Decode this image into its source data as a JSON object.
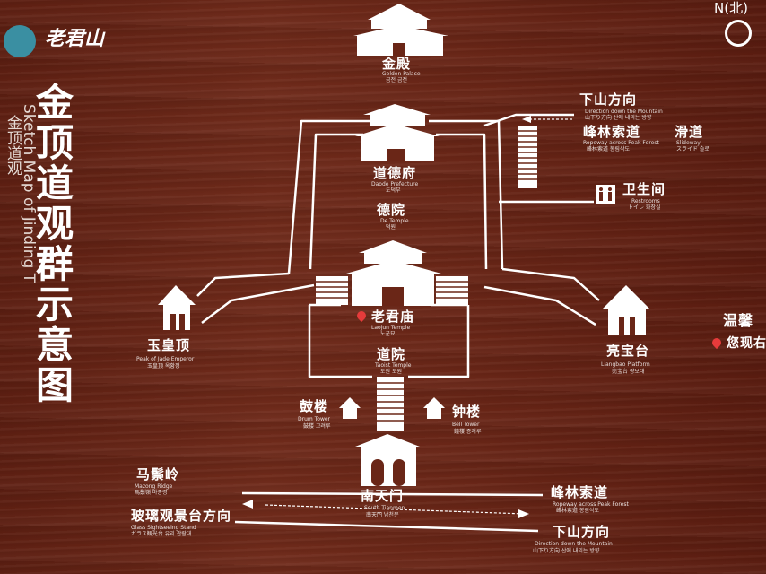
{
  "logo": {
    "icon": "mountain-logo-icon",
    "text": "老君山"
  },
  "compass": {
    "label": "N(北)",
    "icon": "compass-north-icon"
  },
  "title_vertical": [
    "金",
    "顶",
    "道",
    "观",
    "群",
    "示",
    "意",
    "图"
  ],
  "subtitle_en_vertical": "Sketch Map of Jinding T",
  "subtitle_cn_vertical": "金顶道观",
  "sites": {
    "golden_palace": {
      "cn": "金殿",
      "en": "Golden Palace",
      "ko": "금전 금전"
    },
    "daode": {
      "cn": "道德府",
      "en": "Daode Prefecture",
      "ko": "도덕부"
    },
    "de_temple": {
      "cn": "德院",
      "en": "De Temple",
      "ko": "덕원"
    },
    "laojun": {
      "cn": "老君庙",
      "en": "Laojun Temple",
      "ko": "노군묘"
    },
    "taoist": {
      "cn": "道院",
      "en": "Taoist Temple",
      "ko": "도원 도원"
    },
    "jade": {
      "cn": "玉皇顶",
      "en": "Peak of Jade Emperor",
      "ko": "玉皇顶 옥황정"
    },
    "liangbao": {
      "cn": "亮宝台",
      "en": "Liangbao Platform",
      "ko": "亮宝台 량보대"
    },
    "drum": {
      "cn": "鼓楼",
      "en": "Drum Tower",
      "ko": "鼓楼 고려루"
    },
    "bell": {
      "cn": "钟楼",
      "en": "Bell Tower",
      "ko": "鐘楼 종려루"
    },
    "south_gate": {
      "cn": "南天门",
      "en": "South Tianmen",
      "ko": "南天門 남천문"
    }
  },
  "right_top": {
    "down_cn": "下山方向",
    "down_en": "Direction down the Mountain",
    "down_ko": "山下り方向   산에 내리는 방향",
    "ropeway_cn": "峰林索道",
    "ropeway_en": "Ropeway across Peak Forest",
    "ropeway_ko": "峰林索道   봉림삭도",
    "slide_cn": "滑道",
    "slide_en": "Slideway",
    "slide_ko": "スライド 슬로",
    "rest_cn": "卫生间",
    "rest_en": "Restrooms",
    "rest_ko": "トイレ 화장실"
  },
  "reminder": {
    "title": "温馨",
    "you": "您现右"
  },
  "bottom_left": {
    "ridge_cn": "马鬃岭",
    "ridge_en": "Mazong Ridge",
    "ridge_ko": "馬鬃嶺 마종령",
    "glass_cn": "玻璃观景台方向",
    "glass_en": "Glass Sightseeing Stand",
    "glass_ko": "ガラス観光台 유리 관람대"
  },
  "bottom_right": {
    "ropeway_cn": "峰林索道",
    "ropeway_en": "Ropeway across Peak Forest",
    "ropeway_ko": "峰林索道   봉림삭도",
    "down_cn": "下山方向",
    "down_en": "Direction down the Mountain",
    "down_ko": "山下り方向   산에 내리는 방향"
  },
  "colors": {
    "board": "#6a2617",
    "ink": "#ffffff",
    "pin": "#e63b3b",
    "logo": "#3a8fa2"
  }
}
